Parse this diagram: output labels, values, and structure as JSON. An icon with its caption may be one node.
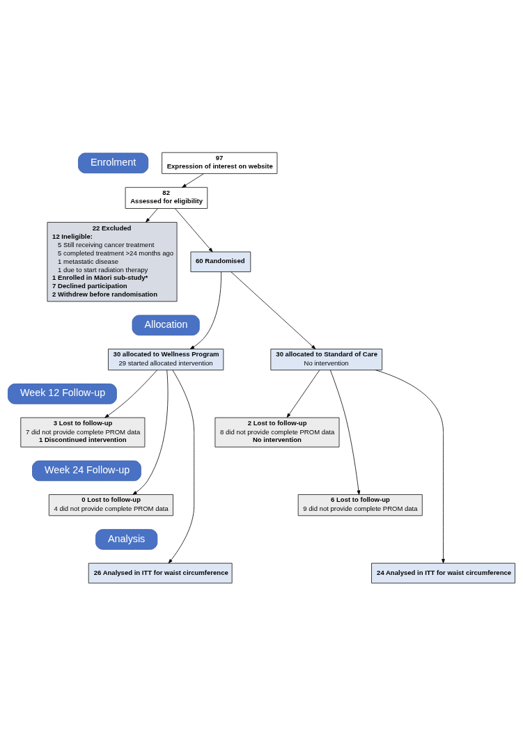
{
  "diagram": {
    "nodes": [
      {
        "text": [
          "Enrolment"
        ]
      },
      {
        "text": [
          "97",
          "Expression of interest on website"
        ]
      },
      {
        "text": [
          "82",
          "Assessed for eligibility"
        ]
      },
      {
        "text": [
          "22 Excluded",
          "12 Ineligible:",
          "5 Still receiving cancer treatment",
          "5 completed treatment >24 months ago",
          "1 metastatic disease",
          "1 due to start radiation therapy",
          "1 Enrolled in Māori sub-study*",
          "7 Declined participation",
          "2 Withdrew before randomisation"
        ]
      },
      {
        "text": [
          "60 Randomised"
        ]
      },
      {
        "text": [
          "Allocation"
        ]
      },
      {
        "text": [
          "30 allocated to Wellness Program",
          "29 started allocated intervention"
        ]
      },
      {
        "text": [
          "30 allocated to Standard of Care",
          "No intervention"
        ]
      },
      {
        "text": [
          "Week 12 Follow-up"
        ]
      },
      {
        "text": [
          "3 Lost to follow-up",
          "7 did not provide complete PROM data",
          "1 Discontinued intervention"
        ]
      },
      {
        "text": [
          "2 Lost to follow-up",
          "8 did not provide complete PROM data",
          "No intervention"
        ]
      },
      {
        "text": [
          "Week 24 Follow-up"
        ]
      },
      {
        "text": [
          "0 Lost to follow-up",
          "4 did not provide complete PROM data"
        ]
      },
      {
        "text": [
          "6 Lost to follow-up",
          "9 did not provide complete PROM data"
        ]
      },
      {
        "text": [
          "Analysis"
        ]
      },
      {
        "text": [
          "26 Analysed in ITT for waist circumference"
        ]
      },
      {
        "text": [
          "24 Analysed in ITT for waist circumference"
        ]
      }
    ],
    "edges": [
      {
        "from": 1,
        "to": 2,
        "arrow": "to"
      },
      {
        "from": 2,
        "to": 3,
        "arrow": "to"
      },
      {
        "from": 2,
        "to": 4,
        "arrow": "to"
      },
      {
        "from": 4,
        "to": 6,
        "arrow": "to"
      },
      {
        "from": 4,
        "to": 7,
        "arrow": "to"
      },
      {
        "from": 6,
        "to": 9,
        "arrow": "to"
      },
      {
        "from": 7,
        "to": 10,
        "arrow": "to"
      },
      {
        "from": 6,
        "to": 12,
        "arrow": "to"
      },
      {
        "from": 7,
        "to": 13,
        "arrow": "to"
      },
      {
        "from": 6,
        "to": 15,
        "arrow": "to"
      },
      {
        "from": 7,
        "to": 16,
        "arrow": "to"
      }
    ]
  }
}
